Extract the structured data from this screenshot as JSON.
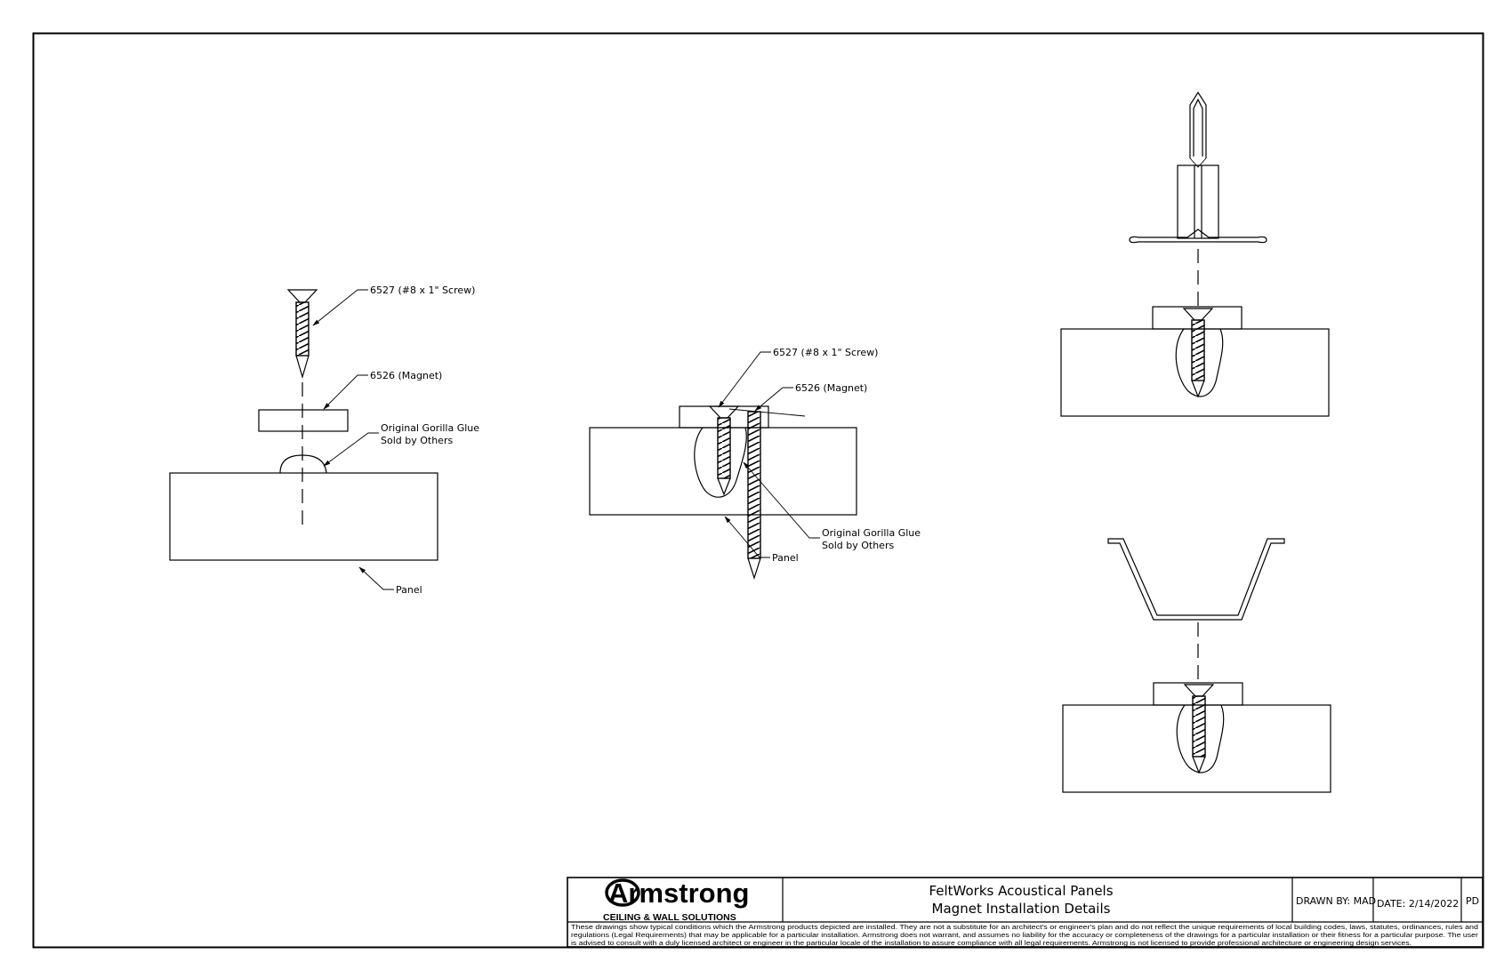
{
  "callouts": {
    "detail1": {
      "screw": "6527 (#8 x 1\" Screw)",
      "magnet": "6526 (Magnet)",
      "glue_line1": "Original Gorilla Glue",
      "glue_line2": "Sold by Others",
      "panel": "Panel"
    },
    "detail2": {
      "screw": "6527 (#8 x 1\" Screw)",
      "magnet": "6526 (Magnet)",
      "glue_line1": "Original Gorilla Glue",
      "glue_line2": "Sold by Others",
      "panel": "Panel"
    }
  },
  "title_block": {
    "brand_name": "Armstrong",
    "brand_tagline": "CEILING & WALL SOLUTIONS",
    "title_line1": "FeltWorks Acoustical Panels",
    "title_line2": "Magnet Installation Details",
    "drawn_by": "DRAWN BY: MAD",
    "date": "DATE: 2/14/2022",
    "sheet_code": "PD",
    "disclaimer_line1": "These drawings show typical conditions which the Armstrong products depicted are installed.  They are not a substitute for an architect's or engineer's plan and do not reflect the unique requirements of local building codes, laws, statutes, ordinances, rules and",
    "disclaimer_line2": "regulations (Legal Requirements) that may be applicable for a particular installation. Armstrong does not warrant, and assumes no liability for the accuracy or completeness of the drawings for a particular installation or their fitness for a particular purpose. The user",
    "disclaimer_line3": "is advised to consult with a duly licensed architect or engineer in the particular locale of the installation to assure compliance with all legal requirements. Armstrong is not licensed to provide professional architecture or engineering design services."
  },
  "colors": {
    "line": "#000000",
    "paper": "#ffffff"
  }
}
